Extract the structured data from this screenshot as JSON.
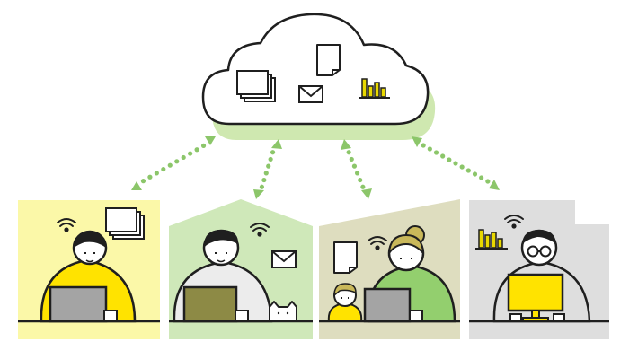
{
  "scene": {
    "description_hidden": "",
    "colors": {
      "outline": "#1f1f1f",
      "cloud_shadow": "#cfe8b0",
      "dots": "#8cc66a",
      "panel_yellow": "#fbf8a8",
      "panel_green": "#cfe8b9",
      "panel_olive": "#deddbf",
      "panel_gray": "#dedede",
      "shirt_yellow": "#ffe300",
      "shirt_light": "#ececec",
      "shirt_green": "#93cf6e",
      "laptop_gray": "#a4a4a4",
      "laptop_olive": "#8d8a45",
      "monitor_yellow": "#ffe300",
      "bar_yellow": "#e8d800",
      "white": "#ffffff"
    },
    "icons": {
      "cloud": "cloud-icon",
      "documents": "documents-stack-icon",
      "document": "document-icon",
      "mail": "mail-icon",
      "chart": "bar-chart-icon",
      "wifi": "wifi-icon",
      "speech": "speech-bubble-stack-icon",
      "cat": "cat-icon"
    },
    "panels": [
      {
        "id": "home-yellow",
        "shape": "square"
      },
      {
        "id": "home-green",
        "shape": "house"
      },
      {
        "id": "home-olive",
        "shape": "sloped-roof"
      },
      {
        "id": "office-gray",
        "shape": "notched"
      }
    ]
  }
}
